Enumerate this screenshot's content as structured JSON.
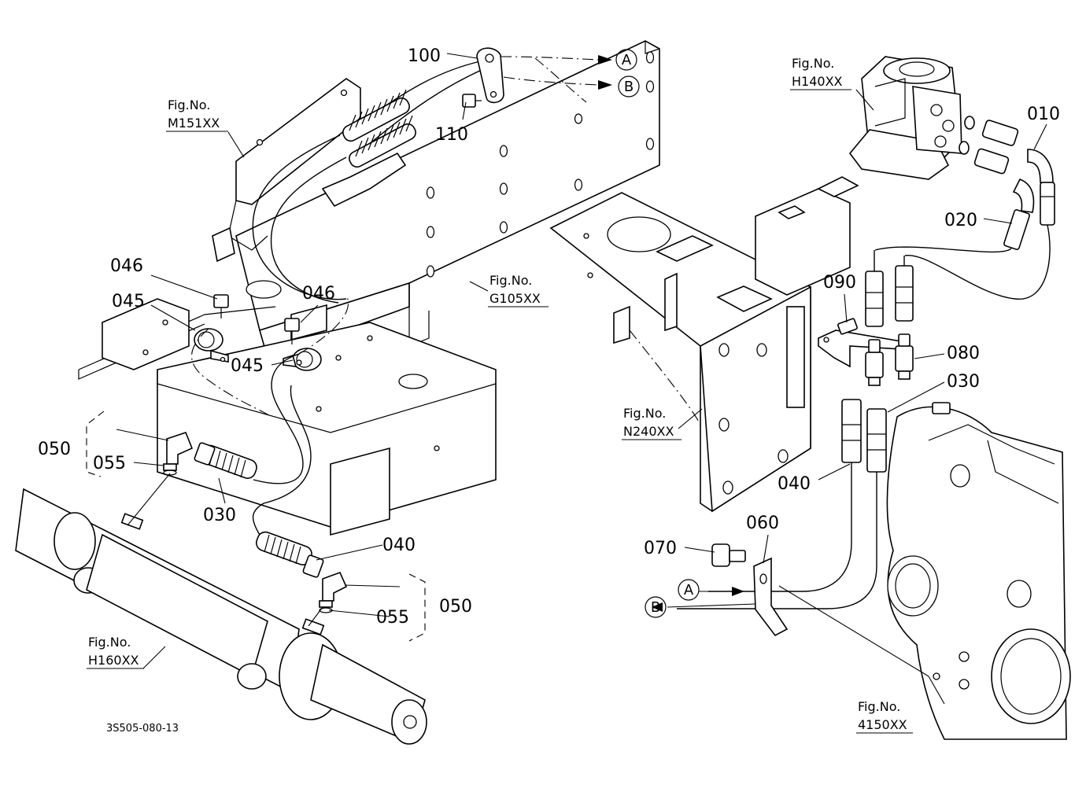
{
  "diagram": {
    "drawing_code": "3S505-080-13",
    "callouts": [
      "100",
      "110",
      "046",
      "045",
      "046",
      "045",
      "050",
      "055",
      "030",
      "040",
      "055",
      "050",
      "010",
      "020",
      "090",
      "080",
      "030",
      "040",
      "060",
      "070"
    ],
    "figure_refs": [
      {
        "line1": "Fig.No.",
        "line2": "M151XX"
      },
      {
        "line1": "Fig.No.",
        "line2": "G105XX"
      },
      {
        "line1": "Fig.No.",
        "line2": "H160XX"
      },
      {
        "line1": "Fig.No.",
        "line2": "H140XX"
      },
      {
        "line1": "Fig.No.",
        "line2": "N240XX"
      },
      {
        "line1": "Fig.No.",
        "line2": "4150XX"
      }
    ],
    "connectors": [
      "A",
      "B",
      "A",
      "B"
    ]
  }
}
